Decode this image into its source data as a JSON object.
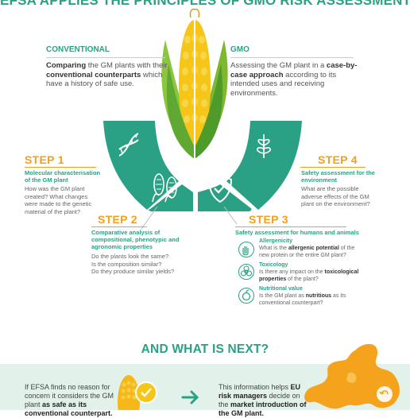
{
  "title": "EFSA APPLIES THE PRINCIPLES OF GMO RISK ASSESSMENT",
  "conventional": {
    "heading": "CONVENTIONAL",
    "text_bold": "Comparing",
    "text_1": " the GM plants with their ",
    "text_bold2": "conventional counterparts",
    "text_2": " which have a history of safe use."
  },
  "gmo": {
    "heading": "GMO",
    "text_1": "Assessing the GM plant in a ",
    "text_bold": "case-by-case approach",
    "text_2": " according to its intended uses and receiving environments."
  },
  "steps": [
    {
      "title": "STEP 1",
      "subtitle_1": "Molecular characterisation",
      "subtitle_2": "of the GM plant",
      "desc": [
        "How was the GM plant",
        "created? What changes",
        "were made to the genetic",
        "material of the plant?"
      ],
      "icon": "dna-icon"
    },
    {
      "title": "STEP 2",
      "subtitle_1": "Comparative analysis of",
      "subtitle_2": "compositional, phenotypic and",
      "subtitle_3": "agronomic properties",
      "desc": [
        "Do the plants look the same?",
        "Is the composition similar?",
        "Do they produce similar yields?"
      ],
      "icon": "corn-cobs-icon"
    },
    {
      "title": "STEP 3",
      "subtitle_1": "Safety assessment for humans and animals",
      "icon": "shield-check-icon",
      "items": [
        {
          "name": "Allergenicity",
          "text_1": "What is the ",
          "text_bold": "allergenic potential",
          "text_2": " of the",
          "text_3": "new protein or the entire GM plant?",
          "icon": "allergen-hands-icon"
        },
        {
          "name": "Toxicology",
          "text_1": "Is there any impact on the ",
          "text_bold": "toxicological",
          "text_bold2": "properties",
          "text_2": " of the plant?",
          "icon": "biohazard-icon"
        },
        {
          "name": "Nutritional value",
          "text_1": "Is the GM plant as ",
          "text_bold": "nutritious",
          "text_2": " as its",
          "text_3": "conventional counterpart?",
          "icon": "nutrition-icon"
        }
      ]
    },
    {
      "title": "STEP 4",
      "subtitle_1": "Safety assessment for the",
      "subtitle_2": "environment",
      "desc": [
        "What are the possible",
        "adverse effects of the GM",
        "plant on the environment?"
      ],
      "icon": "leaf-plant-icon"
    }
  ],
  "next": {
    "heading": "AND WHAT IS NEXT?",
    "left_1": "If EFSA finds no reason for",
    "left_2": "concern it considers the GM",
    "left_3a": "plant ",
    "left_3b": "as safe as its",
    "left_4": "conventional counterpart.",
    "right_1a": "This information helps ",
    "right_1b": "EU",
    "right_2a": "risk managers",
    "right_2b": " decide on",
    "right_3a": "the ",
    "right_3b": "market introduction of",
    "right_4": "the GM plant."
  },
  "colors": {
    "teal": "#2aa185",
    "orange": "#f2a01c",
    "corn_yellow": "#f5c518",
    "band": "#e2f1ea"
  }
}
